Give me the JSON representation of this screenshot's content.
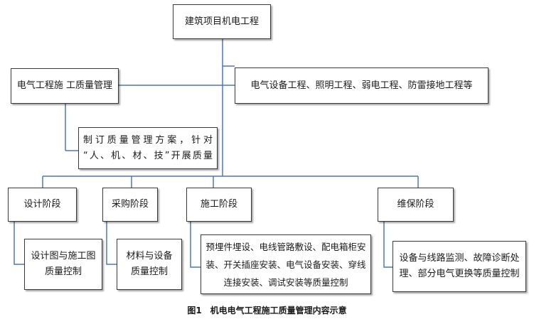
{
  "root": {
    "label": "建筑项目机电工程"
  },
  "quality_mgmt": {
    "label": "电气工程施 工质量管理"
  },
  "scope": {
    "label": "电气设备工程、照明工程、弱电工程、防雷接地工程等"
  },
  "plan": {
    "lines": [
      "制订质量管理方案，针对",
      "“人、机、材、技”开展质量"
    ]
  },
  "stages": [
    {
      "label": "设计阶段",
      "detail": [
        "设计图与施工图",
        "质量控制"
      ]
    },
    {
      "label": "采购阶段",
      "detail": [
        "材料与设备",
        "质量控制"
      ]
    },
    {
      "label": "施工阶段",
      "detail": [
        "预埋件埋设、电线管路敷设、配电箱柜安",
        "装、开关插座安装、电气设备安装、穿线",
        "连接安装、调试安装等质量控制"
      ]
    },
    {
      "label": "维保阶段",
      "detail": [
        "设备与线路监测、故障诊断处",
        "理、部分电气更换等质量控制"
      ]
    }
  ],
  "caption": "图1　机电电气工程施工质量管理内容示意",
  "colors": {
    "connector": "#4a78b5",
    "border": "#3a3a3a"
  }
}
